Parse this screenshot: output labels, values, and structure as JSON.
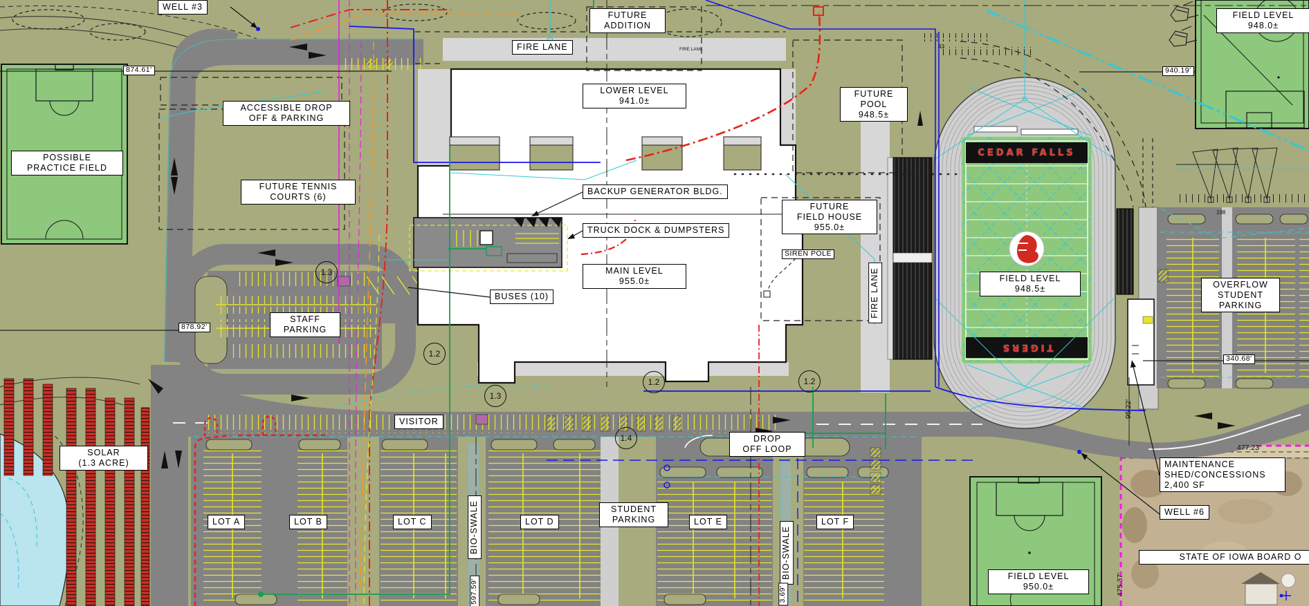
{
  "labels": {
    "well3": "WELL #3",
    "accessible_dropoff": "ACCESSIBLE DROP\nOFF & PARKING",
    "possible_practice": "POSSIBLE\nPRACTICE FIELD",
    "future_tennis": "FUTURE TENNIS\nCOURTS (6)",
    "fire_lane": "FIRE LANE",
    "fire_lane_small": "FIRE LANE",
    "fire_lane_vertical": "FIRE LANE",
    "future_addition": "FUTURE\nADDITION",
    "lower_level": "LOWER LEVEL\n941.0±",
    "field_level_ne": "FIELD LEVEL\n948.0±",
    "future_pool": "FUTURE\nPOOL\n948.5±",
    "backup_generator": "BACKUP GENERATOR BLDG.",
    "truck_dock": "TRUCK DOCK & DUMPSTERS",
    "main_level": "MAIN LEVEL\n955.0±",
    "buses": "BUSES (10)",
    "future_field_house": "FUTURE\nFIELD HOUSE\n955.0±",
    "siren_pole": "SIREN POLE",
    "field_level_track": "FIELD LEVEL\n948.5±",
    "overflow": "OVERFLOW\nSTUDENT\nPARKING",
    "staff_parking": "STAFF\nPARKING",
    "solar": "SOLAR\n(1.3 ACRE)",
    "visitor": "VISITOR",
    "drop_off_loop": "DROP\nOFF LOOP",
    "student_parking": "STUDENT\nPARKING",
    "bio_swale_1": "BIO-SWALE",
    "bio_swale_2": "BIO-SWALE",
    "maintenance": "MAINTENANCE\nSHED/CONCESSIONS\n2,400 SF",
    "well6": "WELL #6",
    "state_of_iowa": "STATE OF IOWA BOARD O",
    "field_level_south": "FIELD LEVEL\n950.0±"
  },
  "lots": [
    "LOT A",
    "LOT B",
    "LOT C",
    "LOT D",
    "LOT E",
    "LOT F"
  ],
  "dimensions": {
    "d874": "874.61'",
    "d940": "940.19'",
    "d878": "878.92'",
    "d340": "340.68'",
    "d95": "95.22'",
    "d477": "477.23'",
    "d597": "597.59'",
    "d369": "3.69'",
    "d475": "475.37'"
  },
  "slope_callouts": [
    "1.3",
    "1.2",
    "1.2",
    "1.3",
    "1.2",
    "1.4"
  ],
  "stadium": {
    "home_text": "CEDAR FALLS",
    "visitor_text": "TIGERS"
  },
  "small_counts": {
    "c43": "43",
    "c198": "198"
  },
  "colors": {
    "ground_olive": "#a8ab7d",
    "asphalt": "#838383",
    "concrete": "#d7d7d7",
    "sports_green": "#8dc87d",
    "stall_yellow": "#e8e626",
    "water_blue": "#bae4ee",
    "aerial_tan": "#c2b193",
    "utility_red": "#e62219",
    "utility_orange": "#f7941d",
    "utility_magenta": "#ea1fe0",
    "utility_blue": "#1717e8",
    "utility_cyan": "#35c8d8",
    "utility_green": "#12a04f",
    "scoreboard_red": "#e0342c"
  }
}
